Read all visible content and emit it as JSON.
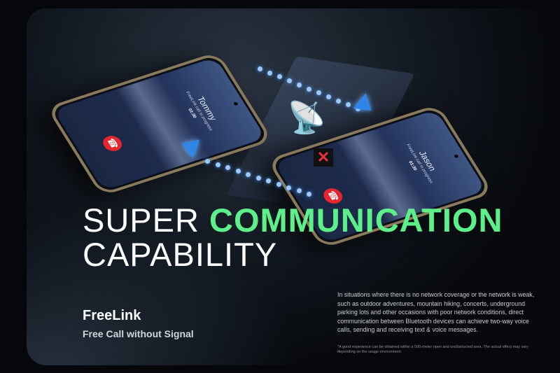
{
  "headline": {
    "line1": "SUPER",
    "highlight": "COMMUNICATION",
    "line2": "CAPABILITY"
  },
  "brand": {
    "name": "FreeLink",
    "tagline": "Free Call without Signal"
  },
  "description": "In situations where there is no network coverage or the network is weak, such as outdoor adventures, mountain hiking, concerts, underground parking lots and other occasions with poor network conditions, direct communication between Bluetooth devices can achieve two-way voice calls, sending and receiving text & voice messages.",
  "footnote": "*A good experience can be obtained within a 500-meter open and unobstructed area. The actual effect may vary depending on the usage environment",
  "phones": [
    {
      "name": "Tommy",
      "status": "FreeLink call in progress",
      "time": "01:30"
    },
    {
      "name": "Jason",
      "status": "FreeLink call in progress",
      "time": "01:30"
    }
  ],
  "colors": {
    "accent": "#5df08a",
    "hangup": "#e6262e",
    "link": "#2f86e8"
  }
}
